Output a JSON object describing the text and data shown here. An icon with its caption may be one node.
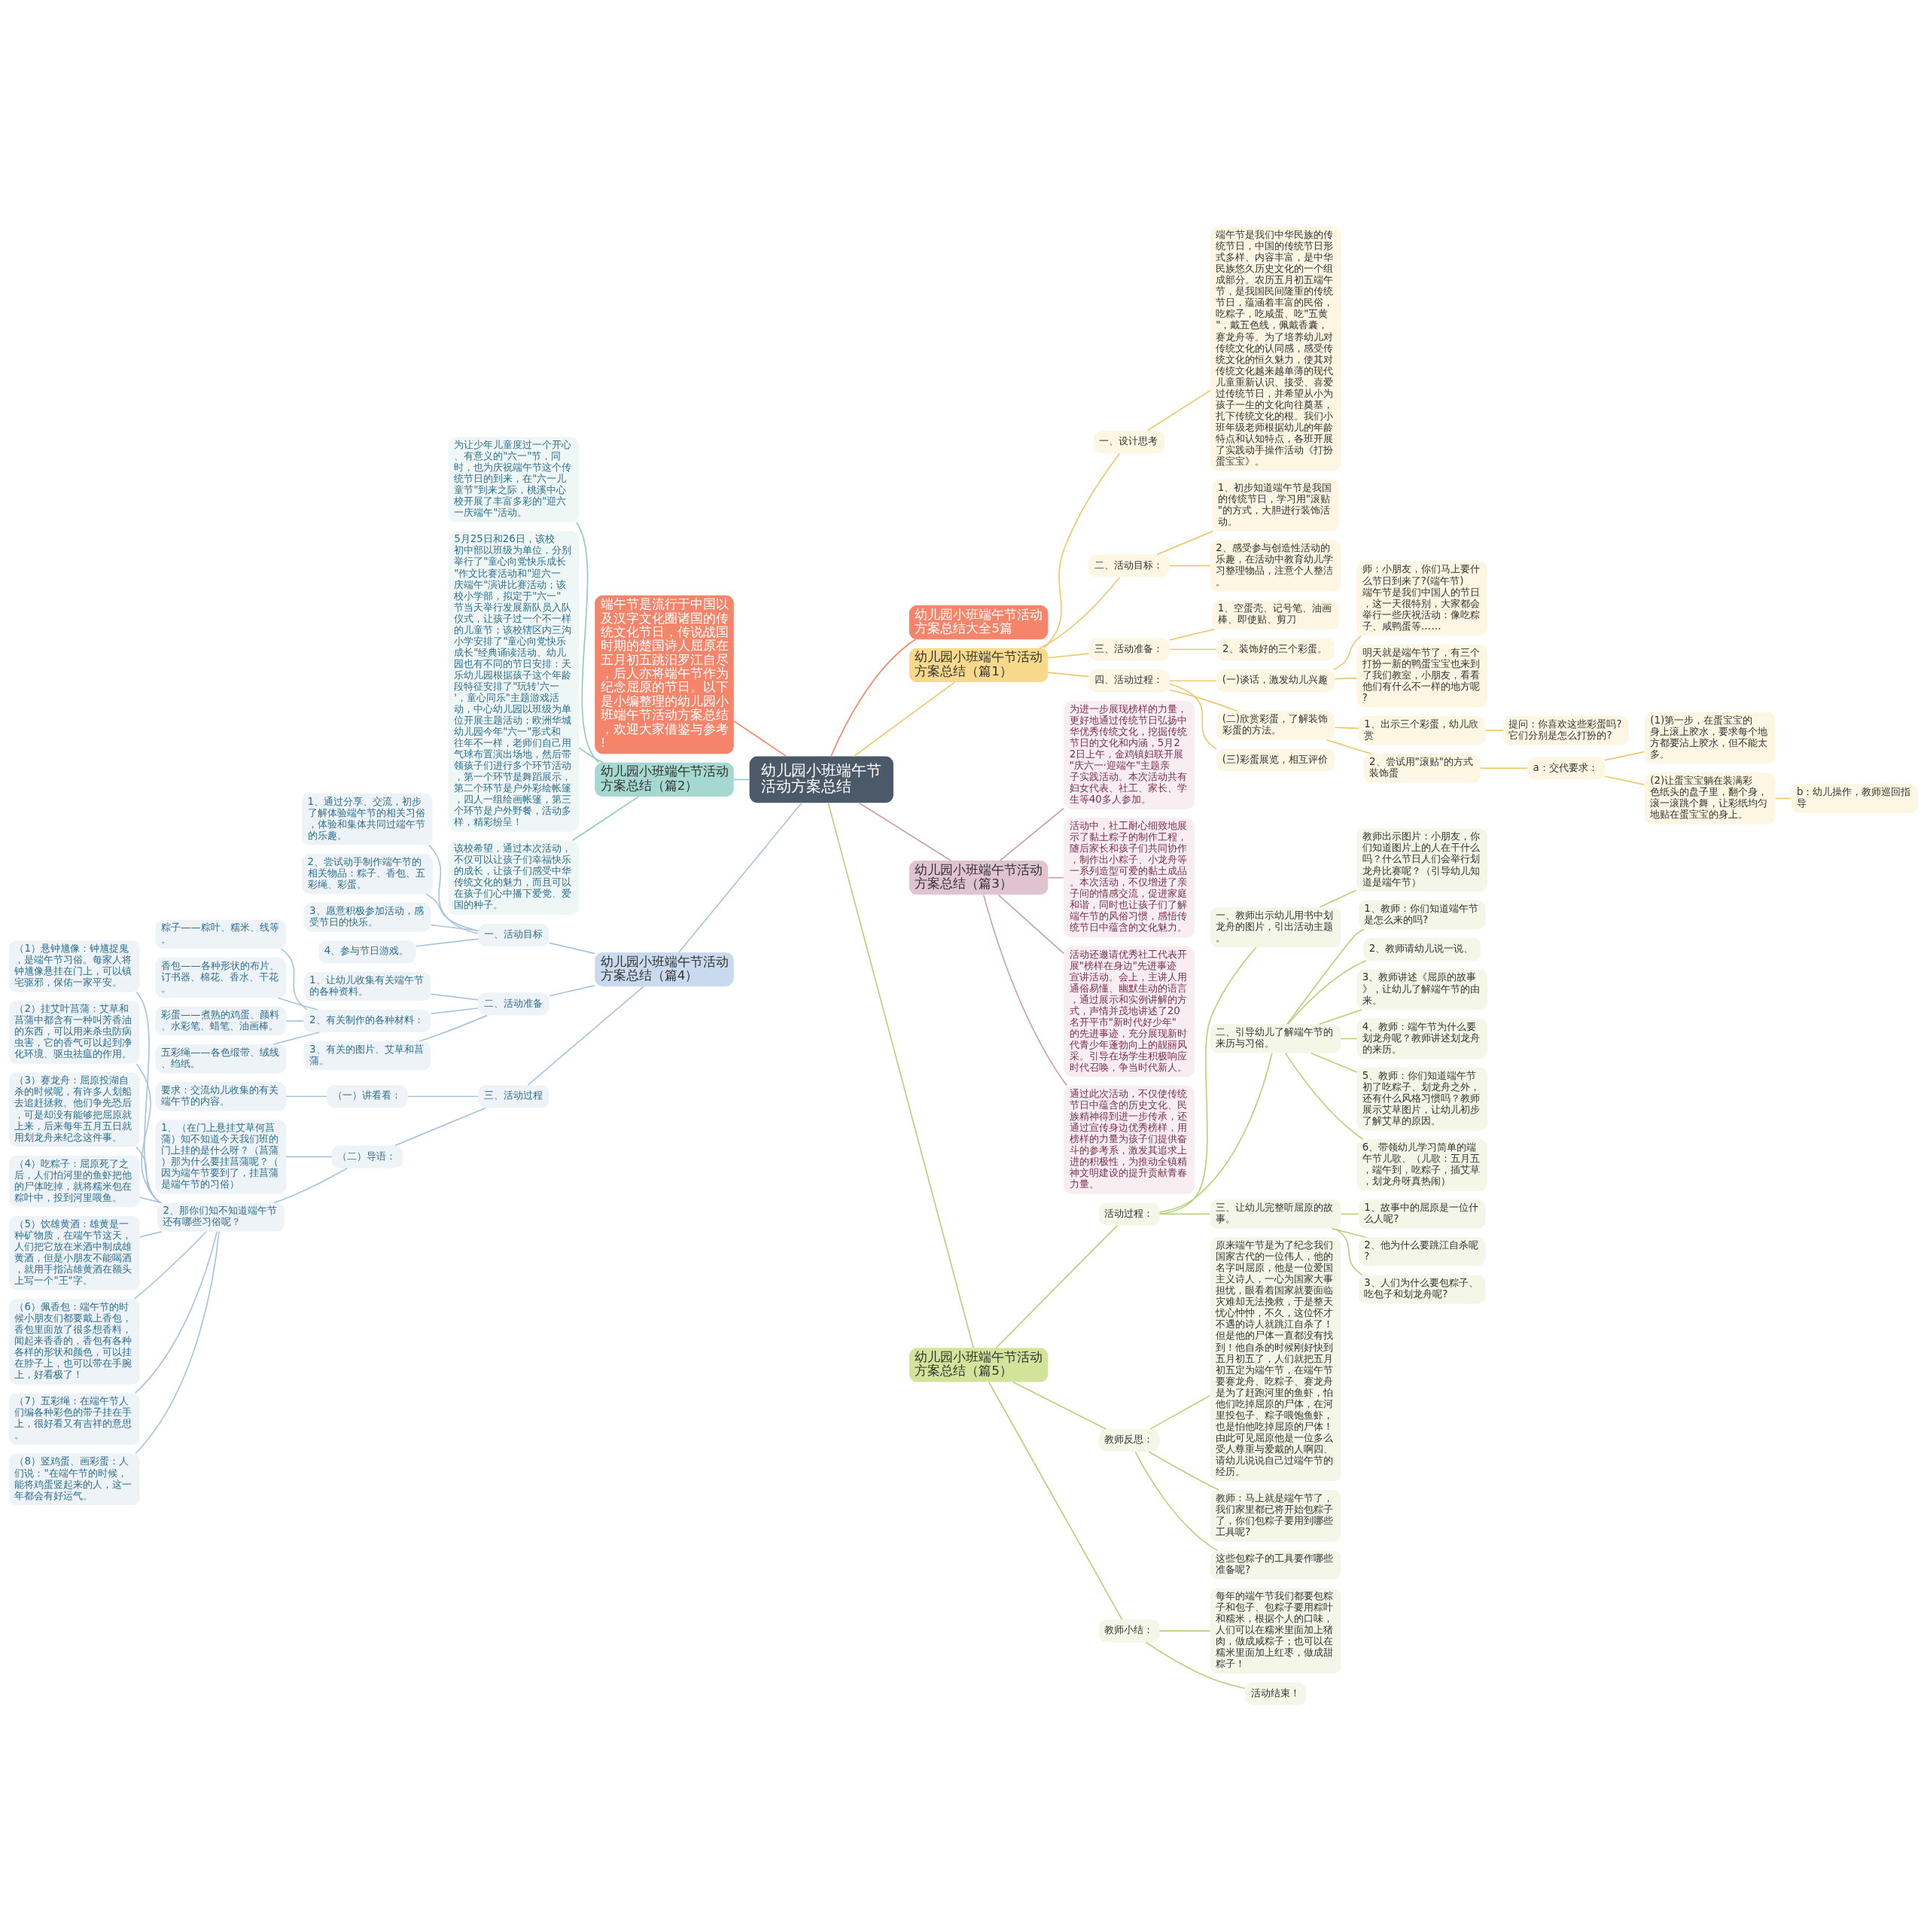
{
  "diagram": {
    "nodes": [
      {
        "text": [
          "幼儿园小班端午节活动方案总结"
        ]
      },
      {
        "text": [
          "幼儿园小班端午节活动方案总结大全5篇"
        ]
      },
      {
        "text": [
          "幼儿园小班端午节活动方案总结（篇1）"
        ]
      },
      {
        "text": [
          "一、设计思考"
        ]
      },
      {
        "text": [
          "端午节是我们中华民族的传统节日，中国的传统节日形式多样、内容丰富，是中华民族悠久历史文化的一个组成部分。农历五月初五端午节，是我国民间隆重的传统节日，蕴涵着丰富的民俗，吃粽子，吃咸蛋、吃\"五黄\"，戴五色线，佩戴香囊，赛龙舟等。为了培养幼儿对传统文化的认同感，感受传统文化的恒久魅力，使其对传统文化越来越单薄的现代儿童重新认识、接受、喜爱过传统节日，并希望从小为孩子一生的文化向往奠基，扎下传统文化的根。我们小班年级老师根据幼儿的年龄特点和认知特点，各班开展了实践动手操作活动《打扮蛋宝宝》。"
        ]
      },
      {
        "text": [
          "二、活动目标："
        ]
      },
      {
        "text": [
          "1、初步知道端午节是我国的传统节日，学习用\"滚贴\"的方式，大胆进行装饰活动。"
        ]
      },
      {
        "text": [
          "2、感受参与创造性活动的乐趣，在活动中教育幼儿学习整理物品，注意个人整洁。"
        ]
      },
      {
        "text": [
          "三、活动准备："
        ]
      },
      {
        "text": [
          "1、空蛋壳、记号笔、油画棒、即使贴、剪刀"
        ]
      },
      {
        "text": [
          "2、装饰好的三个彩蛋。"
        ]
      },
      {
        "text": [
          "四、活动过程："
        ]
      },
      {
        "text": [
          "(一)谈话，激发幼儿兴趣"
        ]
      },
      {
        "text": [
          "师：小朋友，你们马上要什么节日到来了?(端午节)端午节是我们中国人的节日，这一天很特别，大家都会举行一些庆祝活动：像吃粽子、咸鸭蛋等……"
        ]
      },
      {
        "text": [
          "明天就是端午节了，有三个打扮一新的鸭蛋宝宝也来到了我们教室，小朋友，看看他们有什么不一样的地方呢?"
        ]
      },
      {
        "text": [
          "(二)欣赏彩蛋，了解装饰彩蛋的方法。"
        ]
      },
      {
        "text": [
          "1、出示三个彩蛋，幼儿欣赏"
        ]
      },
      {
        "text": [
          "提问：你喜欢这些彩蛋吗?它们分别是怎么打扮的?"
        ]
      },
      {
        "text": [
          "2、尝试用\"滚贴\"的方式装饰蛋"
        ]
      },
      {
        "text": [
          "a：交代要求："
        ]
      },
      {
        "text": [
          "(1)第一步，在蛋宝宝的身上滚上胶水，要求每个地方都要沾上胶水，但不能太多。"
        ]
      },
      {
        "text": [
          "(2)让蛋宝宝躺在装满彩色纸头的盘子里，翻个身，滚一滚跳个舞，让彩纸均匀地贴在蛋宝宝的身上。"
        ]
      },
      {
        "text": [
          "b：幼儿操作，教师巡回指导"
        ]
      },
      {
        "text": [
          "(三)彩蛋展览，相互评价"
        ]
      },
      {
        "text": [
          "幼儿园小班端午节活动方案总结（篇3）"
        ]
      },
      {
        "text": [
          "为进一步展现榜样的力量，更好地通过传统节日弘扬中华优秀传统文化，挖掘传统节日的文化和内涵，5月22日上午，金鸡镇妇联开展\"庆六一·迎端午\"主题亲子实践活动。本次活动共有妇女代表、社工、家长、学生等40多人参加。"
        ]
      },
      {
        "text": [
          "活动中，社工耐心细致地展示了黏土粽子的制作工程，随后家长和孩子们共同协作，制作出小粽子、小龙舟等一系列造型可爱的黏土成品。本次活动，不仅增进了亲子间的情感交流，促进家庭和谐，同时也让孩子们了解端午节的风俗习惯，感悟传统节日中蕴含的文化魅力。"
        ]
      },
      {
        "text": [
          "活动还邀请优秀社工代表开展\"榜样在身边\"先进事迹宣讲活动。会上，主讲人用通俗易懂、幽默生动的语言，通过展示和实例讲解的方式，声情并茂地讲述了20名开平市\"新时代好少年\"的先进事迹，充分展现新时代青少年蓬勃向上的靓丽风采。引导在场学生积极响应时代召唤，争当时代新人。"
        ]
      },
      {
        "text": [
          "通过此次活动，不仅使传统节日中蕴含的历史文化、民族精神得到进一步传承，还通过宣传身边优秀榜样，用榜样的力量为孩子们提供奋斗的参考系，激发其追求上进的积极性，为推动全镇精神文明建设的提升贡献青春力量。"
        ]
      },
      {
        "text": [
          "幼儿园小班端午节活动方案总结（篇5）"
        ]
      },
      {
        "text": [
          "活动过程："
        ]
      },
      {
        "text": [
          "一、教师出示幼儿用书中划龙舟的图片，引出活动主题。"
        ]
      },
      {
        "text": [
          "教师出示图片：小朋友，你们知道图片上的人在干什么吗？什么节日人们会举行划龙舟比赛呢？（引导幼儿知道是端午节）"
        ]
      },
      {
        "text": [
          "二、引导幼儿了解端午节的来历与习俗。"
        ]
      },
      {
        "text": [
          "1、教师：你们知道端午节是怎么来的吗?"
        ]
      },
      {
        "text": [
          "2、教师请幼儿说一说、"
        ]
      },
      {
        "text": [
          "3、教师讲述《屈原的故事》，让幼儿了解端午节的由来。"
        ]
      },
      {
        "text": [
          "4、教师：端午节为什么要划龙舟呢？教师讲述划龙舟的来历。"
        ]
      },
      {
        "text": [
          "5、教师：你们知道端午节初了吃粽子、划龙舟之外，还有什么风格习惯吗？教师展示艾草图片，让幼儿初步了解艾草的原因。"
        ]
      },
      {
        "text": [
          "6、带领幼儿学习简单的端午节儿歌、（儿歌：五月五，端午到，吃粽子，插艾草，划龙舟呀真热闹）"
        ]
      },
      {
        "text": [
          "三、让幼儿完整听屈原的故事。"
        ]
      },
      {
        "text": [
          "1、故事中的屈原是一位什么人呢?"
        ]
      },
      {
        "text": [
          "2、他为什么要跳江自杀呢?"
        ]
      },
      {
        "text": [
          "3、人们为什么要包粽子、吃包子和划龙舟呢?"
        ]
      },
      {
        "text": [
          "教师反思："
        ]
      },
      {
        "text": [
          "原来端午节是为了纪念我们国家古代的一位伟人，他的名字叫屈原，他是一位爱国主义诗人，一心为国家大事担忧，眼看着国家就要面临灾难却无法挽救，于是整天忧心忡忡，不久，这位怀才不遇的诗人就跳江自杀了！但是他的尸体一直都没有找到！他自杀的时候刚好快到五月初五了，人们就把五月初五定为端午节，在端午节要赛龙舟、吃粽子、赛龙舟是为了赶跑河里的鱼虾，怕他们吃掉屈原的尸体，在河里投包子、粽子喂饱鱼虾，也是怕他吃掉屈原的尸体！由此可见屈原他是一位多么受人尊重与爱戴的人啊四、请幼儿说说自己过端午节的经历。"
        ]
      },
      {
        "text": [
          "教师：马上就是端午节了，我们家里都已将开始包粽子了，你们包粽子要用到哪些工具呢?"
        ]
      },
      {
        "text": [
          "这些包粽子的工具要作哪些准备呢?"
        ]
      },
      {
        "text": [
          "教师小结："
        ]
      },
      {
        "text": [
          "每年的端午节我们都要包粽子和包子、包粽子要用粽叶和糯米，根据个人的口味，人们可以在糯米里面加上猪肉，做成咸粽子；也可以在糯米里面加上红枣，做成甜粽子！"
        ]
      },
      {
        "text": [
          "活动结束！"
        ]
      },
      {
        "text": [
          "端午节是流行于中国以及汉字文化圈诸国的传统文化节日，传说战国时期的楚国诗人屈原在五月初五跳汨罗江自尽，后人亦将端午节作为纪念屈原的节日。以下是小编整理的幼儿园小班端午节活动方案总结，欢迎大家借鉴与参考!"
        ]
      },
      {
        "text": [
          "幼儿园小班端午节活动方案总结（篇2）"
        ]
      },
      {
        "text": [
          "为让少年儿童度过一个开心、有意义的\"六一\"节，同时，也为庆祝端午节这个传统节日的到来，在\"六一儿童节\"到来之际，桃溪中心校开展了丰富多彩的\"迎六一庆端午\"活动。"
        ]
      },
      {
        "text": [
          "5月25日和26日，该校初中部以班级为单位，分别举行了\"童心向党快乐成长\"作文比赛活动和\"迎六一庆端午\"演讲比赛活动；该校小学部，拟定于\"六一\"节当天举行发展新队员入队仪式，让孩子过一个不一样的儿童节；该校辖区内三沟小学安排了\"童心向党快乐成长\"经典诵读活动。幼儿园也有不同的节日安排：天乐幼儿园根据孩子这个年龄段特征安排了\"玩转'六一'，童心同乐\"主题游戏活动，中心幼儿园以班级为单位开展主题活动；欧洲华城幼儿园今年\"六一\"形式和往年不一样，老师们自己用气球布置演出场地，然后带领孩子们进行多个环节活动，第一个环节是舞蹈展示，第二个环节是户外彩绘帐篷，四人一组绘画帐篷，第三个环节是户外野餐，活动多样，精彩纷呈！"
        ]
      },
      {
        "text": [
          "该校希望，通过本次活动，不仅可以让孩子们幸福快乐的成长，让孩子们感受中华传统文化的魅力，而且可以在孩子们心中播下爱党、爱国的种子。"
        ]
      },
      {
        "text": [
          "幼儿园小班端午节活动方案总结（篇4）"
        ]
      },
      {
        "text": [
          "一、活动目标"
        ]
      },
      {
        "text": [
          "1、通过分享、交流，初步了解体验端午节的相关习俗，体验和集体共同过端午节的乐趣。"
        ]
      },
      {
        "text": [
          "2、尝试动手制作端午节的相关物品：粽子、香包、五彩绳、彩蛋。"
        ]
      },
      {
        "text": [
          "3、愿意积极参加活动，感受节日的快乐。"
        ]
      },
      {
        "text": [
          "4、参与节日游戏。"
        ]
      },
      {
        "text": [
          "二、活动准备"
        ]
      },
      {
        "text": [
          "1、让幼儿收集有关端午节的各种资料。"
        ]
      },
      {
        "text": [
          "2、有关制作的各种材料："
        ]
      },
      {
        "text": [
          "粽子——粽叶、糯米、线等。"
        ]
      },
      {
        "text": [
          "香包——各种形状的布片、订书器、棉花、香水、干花。"
        ]
      },
      {
        "text": [
          "彩蛋——煮熟的鸡蛋、颜料、水彩笔、蜡笔、油画棒。"
        ]
      },
      {
        "text": [
          "五彩绳——各色缎带、绒线、绉纸。"
        ]
      },
      {
        "text": [
          "3、有关的图片、艾草和菖蒲。"
        ]
      },
      {
        "text": [
          "三、活动过程"
        ]
      },
      {
        "text": [
          "（一）讲看看："
        ]
      },
      {
        "text": [
          "要求：交流幼儿收集的有关端午节的内容。"
        ]
      },
      {
        "text": [
          "（二）导语："
        ]
      },
      {
        "text": [
          "1、（在门上悬挂艾草何菖蒲）知不知道今天我们班的门上挂的是什么呀？（菖蒲）那为什么要挂菖蒲呢？（因为端午节要到了，挂菖蒲是端午节的习俗）"
        ]
      },
      {
        "text": [
          "2、那你们知不知道端午节还有哪些习俗呢？"
        ]
      },
      {
        "text": [
          "（1）悬钟馗像：钟馗捉鬼，是端午节习俗。每家人将钟馗像悬挂在门上，可以镇宅驱邪，保佑一家平安。"
        ]
      },
      {
        "text": [
          "（2）挂艾叶菖蒲：艾草和菖蒲中都含有一种叫芳香油的东西，可以用来杀虫防病虫害，它的香气可以起到净化环境、驱虫祛瘟的作用。"
        ]
      },
      {
        "text": [
          "（3）赛龙舟：屈原投湖自杀的时候呢，有许多人划船去追赶拯救。他们争先恐后，可是却没有能够把屈原就上来，后来每年五月五日就用划龙舟来纪念这件事。"
        ]
      },
      {
        "text": [
          "（4）吃粽子：屈原死了之后，人们怕河里的鱼虾把他的尸体吃掉，就将糯米包在粽叶中，投到河里喂鱼。"
        ]
      },
      {
        "text": [
          "（5）饮雄黄酒：雄黄是一种矿物质，在端午节这天，人们把它放在米酒中制成雄黄酒，但是小朋友不能喝酒，就用手指沾雄黄酒在额头上写一个\"王\"字。"
        ]
      },
      {
        "text": [
          "（6）佩香包：端午节的时候小朋友们都要戴上香包，香包里面放了很多想香料，闻起来香香的，香包有各种各样的形状和颜色，可以挂在脖子上，也可以带在手腕上，好看极了！"
        ]
      },
      {
        "text": [
          "（7）五彩绳：在端午节人们编各种彩色的带子挂在手上，很好看又有吉祥的意思。"
        ]
      },
      {
        "text": [
          "（8）竖鸡蛋、画彩蛋：人们说：\"在端午节的时候，能将鸡蛋竖起来的人，这一年都会有好运气。"
        ]
      }
    ],
    "edges": [
      {
        "from": 0,
        "to": 1,
        "arrow": "none",
        "color": "#f08a6a"
      },
      {
        "from": 0,
        "to": 2,
        "arrow": "none",
        "color": "#efc86a"
      },
      {
        "from": 0,
        "to": 24,
        "arrow": "none",
        "color": "#c9a0b4"
      },
      {
        "from": 0,
        "to": 29,
        "arrow": "none",
        "color": "#b9d27a"
      },
      {
        "from": 0,
        "to": 51,
        "arrow": "none",
        "color": "#f08a6a"
      },
      {
        "from": 0,
        "to": 52,
        "arrow": "none",
        "color": "#8fcdc4"
      },
      {
        "from": 0,
        "to": 56,
        "arrow": "none",
        "color": "#aac4de"
      },
      {
        "from": 2,
        "to": 3,
        "arrow": "none",
        "color": "#efc86a"
      },
      {
        "from": 3,
        "to": 4,
        "arrow": "none",
        "color": "#efc86a"
      },
      {
        "from": 2,
        "to": 5,
        "arrow": "none",
        "color": "#efc86a"
      },
      {
        "from": 5,
        "to": 6,
        "arrow": "none",
        "color": "#efc86a"
      },
      {
        "from": 5,
        "to": 7,
        "arrow": "none",
        "color": "#efc86a"
      },
      {
        "from": 2,
        "to": 8,
        "arrow": "none",
        "color": "#efc86a"
      },
      {
        "from": 8,
        "to": 9,
        "arrow": "none",
        "color": "#efc86a"
      },
      {
        "from": 8,
        "to": 10,
        "arrow": "none",
        "color": "#efc86a"
      },
      {
        "from": 2,
        "to": 11,
        "arrow": "none",
        "color": "#efc86a"
      },
      {
        "from": 11,
        "to": 12,
        "arrow": "none",
        "color": "#efc86a"
      },
      {
        "from": 12,
        "to": 13,
        "arrow": "none",
        "color": "#efc86a"
      },
      {
        "from": 12,
        "to": 14,
        "arrow": "none",
        "color": "#efc86a"
      },
      {
        "from": 11,
        "to": 15,
        "arrow": "none",
        "color": "#efc86a"
      },
      {
        "from": 15,
        "to": 16,
        "arrow": "none",
        "color": "#efc86a"
      },
      {
        "from": 16,
        "to": 17,
        "arrow": "none",
        "color": "#efc86a"
      },
      {
        "from": 15,
        "to": 18,
        "arrow": "none",
        "color": "#efc86a"
      },
      {
        "from": 18,
        "to": 19,
        "arrow": "none",
        "color": "#efc86a"
      },
      {
        "from": 19,
        "to": 20,
        "arrow": "none",
        "color": "#efc86a"
      },
      {
        "from": 19,
        "to": 21,
        "arrow": "none",
        "color": "#efc86a"
      },
      {
        "from": 21,
        "to": 22,
        "arrow": "none",
        "color": "#efc86a"
      },
      {
        "from": 11,
        "to": 23,
        "arrow": "none",
        "color": "#efc86a"
      },
      {
        "from": 24,
        "to": 25,
        "arrow": "none",
        "color": "#c9a0b4"
      },
      {
        "from": 24,
        "to": 26,
        "arrow": "none",
        "color": "#c9a0b4"
      },
      {
        "from": 24,
        "to": 27,
        "arrow": "none",
        "color": "#c9a0b4"
      },
      {
        "from": 24,
        "to": 28,
        "arrow": "none",
        "color": "#c9a0b4"
      },
      {
        "from": 29,
        "to": 30,
        "arrow": "none",
        "color": "#b9d27a"
      },
      {
        "from": 30,
        "to": 31,
        "arrow": "none",
        "color": "#b9d27a"
      },
      {
        "from": 31,
        "to": 32,
        "arrow": "none",
        "color": "#b9d27a"
      },
      {
        "from": 30,
        "to": 33,
        "arrow": "none",
        "color": "#b9d27a"
      },
      {
        "from": 33,
        "to": 34,
        "arrow": "none",
        "color": "#b9d27a"
      },
      {
        "from": 33,
        "to": 35,
        "arrow": "none",
        "color": "#b9d27a"
      },
      {
        "from": 33,
        "to": 36,
        "arrow": "none",
        "color": "#b9d27a"
      },
      {
        "from": 33,
        "to": 37,
        "arrow": "none",
        "color": "#b9d27a"
      },
      {
        "from": 33,
        "to": 38,
        "arrow": "none",
        "color": "#b9d27a"
      },
      {
        "from": 33,
        "to": 39,
        "arrow": "none",
        "color": "#b9d27a"
      },
      {
        "from": 30,
        "to": 40,
        "arrow": "none",
        "color": "#b9d27a"
      },
      {
        "from": 40,
        "to": 41,
        "arrow": "none",
        "color": "#b9d27a"
      },
      {
        "from": 40,
        "to": 42,
        "arrow": "none",
        "color": "#b9d27a"
      },
      {
        "from": 40,
        "to": 43,
        "arrow": "none",
        "color": "#b9d27a"
      },
      {
        "from": 29,
        "to": 44,
        "arrow": "none",
        "color": "#b9d27a"
      },
      {
        "from": 44,
        "to": 45,
        "arrow": "none",
        "color": "#b9d27a"
      },
      {
        "from": 44,
        "to": 46,
        "arrow": "none",
        "color": "#b9d27a"
      },
      {
        "from": 44,
        "to": 47,
        "arrow": "none",
        "color": "#b9d27a"
      },
      {
        "from": 29,
        "to": 48,
        "arrow": "none",
        "color": "#b9d27a"
      },
      {
        "from": 48,
        "to": 49,
        "arrow": "none",
        "color": "#b9d27a"
      },
      {
        "from": 48,
        "to": 50,
        "arrow": "none",
        "color": "#b9d27a"
      },
      {
        "from": 52,
        "to": 53,
        "arrow": "none",
        "color": "#8fcdc4"
      },
      {
        "from": 52,
        "to": 54,
        "arrow": "none",
        "color": "#8fcdc4"
      },
      {
        "from": 52,
        "to": 55,
        "arrow": "none",
        "color": "#8fcdc4"
      },
      {
        "from": 56,
        "to": 57,
        "arrow": "none",
        "color": "#aac4de"
      },
      {
        "from": 57,
        "to": 58,
        "arrow": "none",
        "color": "#aac4de"
      },
      {
        "from": 57,
        "to": 59,
        "arrow": "none",
        "color": "#aac4de"
      },
      {
        "from": 57,
        "to": 60,
        "arrow": "none",
        "color": "#aac4de"
      },
      {
        "from": 57,
        "to": 61,
        "arrow": "none",
        "color": "#aac4de"
      },
      {
        "from": 56,
        "to": 62,
        "arrow": "none",
        "color": "#aac4de"
      },
      {
        "from": 62,
        "to": 63,
        "arrow": "none",
        "color": "#aac4de"
      },
      {
        "from": 62,
        "to": 64,
        "arrow": "none",
        "color": "#aac4de"
      },
      {
        "from": 64,
        "to": 65,
        "arrow": "none",
        "color": "#aac4de"
      },
      {
        "from": 64,
        "to": 66,
        "arrow": "none",
        "color": "#aac4de"
      },
      {
        "from": 64,
        "to": 67,
        "arrow": "none",
        "color": "#aac4de"
      },
      {
        "from": 64,
        "to": 68,
        "arrow": "none",
        "color": "#aac4de"
      },
      {
        "from": 62,
        "to": 69,
        "arrow": "none",
        "color": "#aac4de"
      },
      {
        "from": 56,
        "to": 70,
        "arrow": "none",
        "color": "#aac4de"
      },
      {
        "from": 70,
        "to": 71,
        "arrow": "none",
        "color": "#aac4de"
      },
      {
        "from": 71,
        "to": 72,
        "arrow": "none",
        "color": "#aac4de"
      },
      {
        "from": 70,
        "to": 73,
        "arrow": "none",
        "color": "#aac4de"
      },
      {
        "from": 73,
        "to": 74,
        "arrow": "none",
        "color": "#aac4de"
      },
      {
        "from": 73,
        "to": 75,
        "arrow": "none",
        "color": "#aac4de"
      },
      {
        "from": 75,
        "to": 76,
        "arrow": "none",
        "color": "#aac4de"
      },
      {
        "from": 75,
        "to": 77,
        "arrow": "none",
        "color": "#aac4de"
      },
      {
        "from": 75,
        "to": 78,
        "arrow": "none",
        "color": "#aac4de"
      },
      {
        "from": 75,
        "to": 79,
        "arrow": "none",
        "color": "#aac4de"
      },
      {
        "from": 75,
        "to": 80,
        "arrow": "none",
        "color": "#aac4de"
      },
      {
        "from": 75,
        "to": 81,
        "arrow": "none",
        "color": "#aac4de"
      },
      {
        "from": 75,
        "to": 82,
        "arrow": "none",
        "color": "#aac4de"
      },
      {
        "from": 75,
        "to": 83,
        "arrow": "none",
        "color": "#aac4de"
      }
    ]
  }
}
